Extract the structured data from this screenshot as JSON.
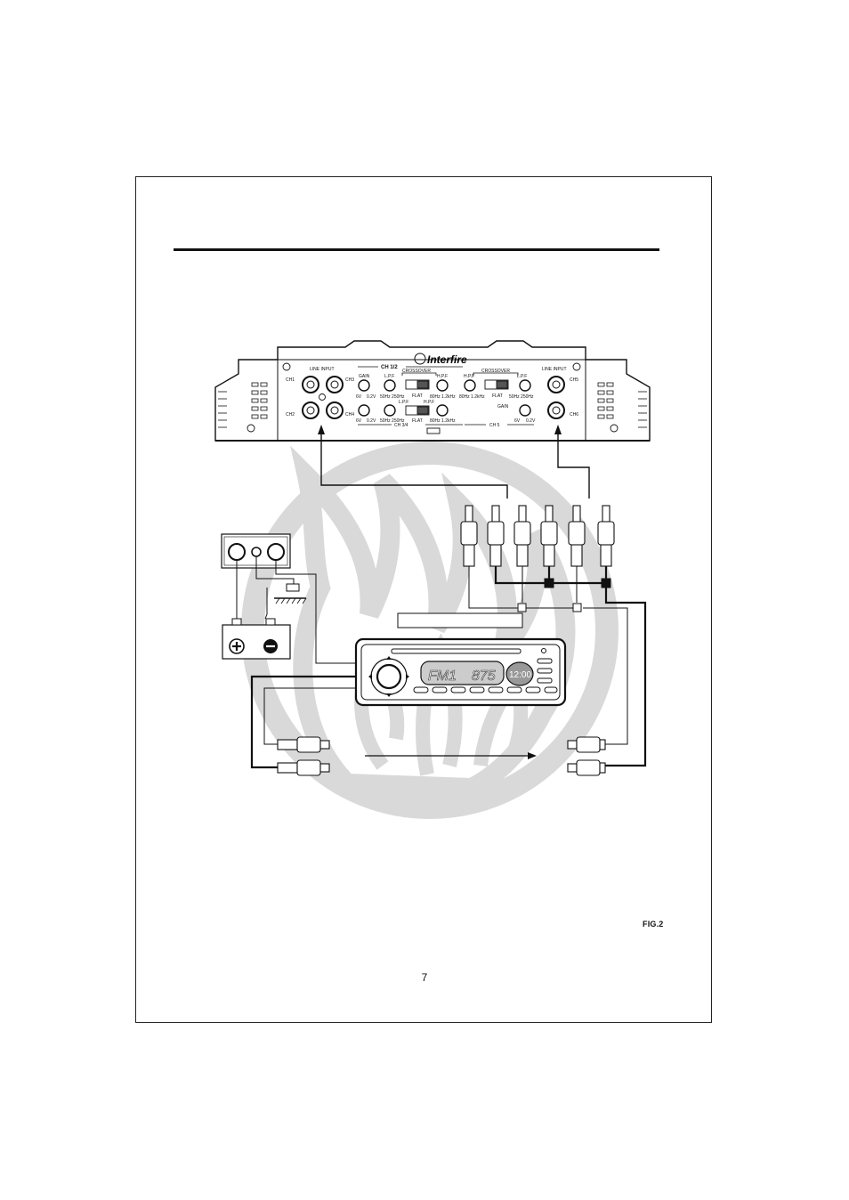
{
  "amplifier": {
    "brand": "Interfire",
    "line_input_left": "LINE INPUT",
    "line_input_right": "LINE INPUT",
    "ch1": "CH1",
    "ch2": "CH2",
    "ch3": "CH3",
    "ch4": "CH4",
    "ch5": "CH5",
    "ch6": "CH6",
    "ch12": "CH 1/2",
    "ch34": "CH 3/4",
    "ch5_group": "CH 5",
    "crossover_a": "CROSSOVER",
    "crossover_b": "CROSSOVER",
    "gain_a": "GAIN",
    "gain_b": "GAIN",
    "lpf_a": "L.P.F",
    "lpf_b": "L.P.F",
    "lpf_c": "L.P.F",
    "hpf_a": "H.P.F",
    "hpf_b": "H.P.F",
    "hpf_c": "H.P.F",
    "flat_a": "FLAT",
    "flat_b": "FLAT",
    "flat_c": "FLAT",
    "v6_a": "6V",
    "v02_a": "0.2V",
    "v6_b": "6V",
    "v02_b": "0.2V",
    "v6_c": "6V",
    "v02_c": "0.2V",
    "f5025_a": "50Hz 250Hz",
    "f5025_b": "50Hz 250Hz",
    "f5025_c": "50Hz 250Hz",
    "f8012_a": "80Hz 1.2kHz",
    "f8012_b": "80Hz 1.2kHz",
    "f8012_c": "80Hz 1.2kHz"
  },
  "head_unit": {
    "display_band": "FM1",
    "display_freq": "875",
    "display_clock": "12:00"
  },
  "figure": {
    "label": "FIG.2",
    "page_number": "7"
  },
  "colors": {
    "line": "#111111",
    "watermark": "#d9d9d9"
  }
}
